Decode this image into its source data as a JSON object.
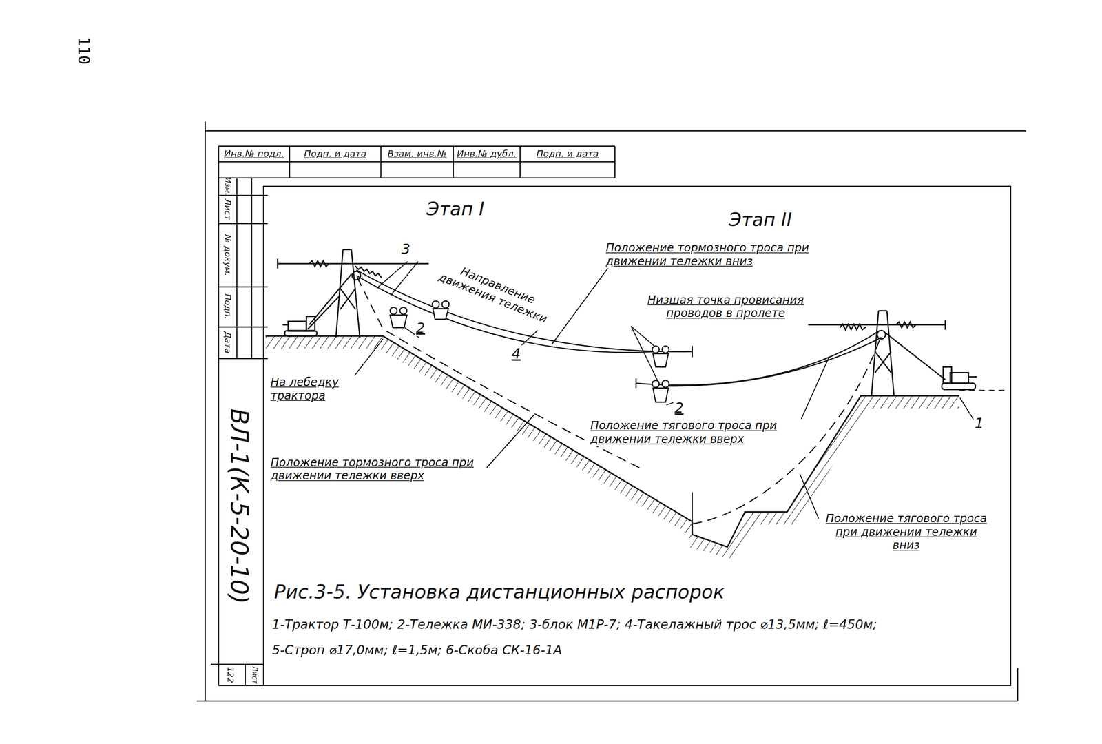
{
  "diagram": {
    "caption": "Рис.3-5. Установка дистанционных распорок",
    "labels": [
      "110",
      "Инв.№ подл.",
      "Подп. и дата",
      "Взам. инв.№",
      "Инв.№ дубл.",
      "Подп. и дата",
      "Изм.",
      "Лист",
      "№ докум.",
      "Подп.",
      "Дата",
      "ВЛ-1(К-5-20-10)",
      "Лист",
      "122",
      "Этап I",
      "Этап II",
      "3",
      "Направление движения тележки",
      "2",
      "4",
      "Положение тормозного троса при движении тележки вниз",
      "Низшая точка провисания проводов в пролете",
      "2",
      "На лебедку трактора",
      "Положение тягового троса при движении тележки вверх",
      "Положение тормозного троса при движении тележки вверх",
      "Положение тягового троса при движении тележки вниз",
      "1",
      "1-Трактор Т-100м; 2-Тележка МИ-338; 3-блок М1Р-7; 4-Такелажный трос ⌀13,5мм; ℓ=450м;",
      "5-Строп ⌀17,0мм; ℓ=1,5м; 6-Скоба СК-16-1А"
    ]
  }
}
